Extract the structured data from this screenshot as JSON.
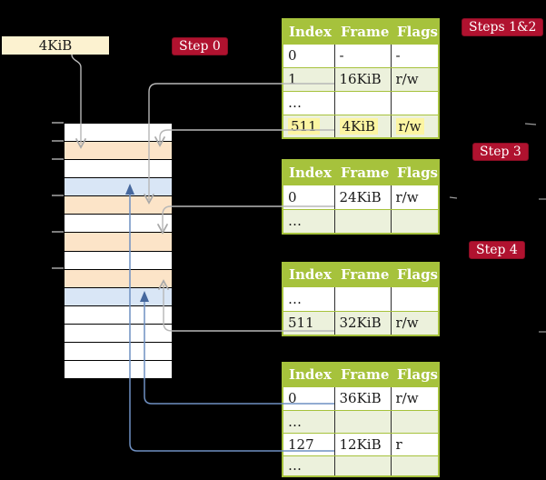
{
  "frame_box": {
    "label": "4KiB"
  },
  "badges": {
    "step0": "Step 0",
    "steps12": "Steps 1&2",
    "step3": "Step 3",
    "step4": "Step 4"
  },
  "page_tables": [
    {
      "id": "page-table-steps-1-2",
      "layout": "t1",
      "headers": [
        "Index",
        "Frame",
        "Flags"
      ],
      "rows": [
        {
          "cells": [
            "0",
            "-",
            "-"
          ],
          "shade": "white",
          "highlight": false
        },
        {
          "cells": [
            "1",
            "16KiB",
            "r/w"
          ],
          "shade": "green",
          "highlight": false
        },
        {
          "cells": [
            "…",
            "",
            ""
          ],
          "shade": "white",
          "highlight": false
        },
        {
          "cells": [
            "511",
            "4KiB",
            "r/w"
          ],
          "shade": "green",
          "highlight": true
        }
      ]
    },
    {
      "id": "page-table-step-3",
      "layout": "t2",
      "headers": [
        "Index",
        "Frame",
        "Flags"
      ],
      "rows": [
        {
          "cells": [
            "0",
            "24KiB",
            "r/w"
          ],
          "shade": "white",
          "highlight": false
        },
        {
          "cells": [
            "…",
            "",
            ""
          ],
          "shade": "green",
          "highlight": false
        }
      ]
    },
    {
      "id": "page-table-step-4-upper",
      "layout": "t3",
      "headers": [
        "Index",
        "Frame",
        "Flags"
      ],
      "rows": [
        {
          "cells": [
            "…",
            "",
            ""
          ],
          "shade": "white",
          "highlight": false
        },
        {
          "cells": [
            "511",
            "32KiB",
            "r/w"
          ],
          "shade": "green",
          "highlight": false
        }
      ]
    },
    {
      "id": "page-table-step-4-lower",
      "layout": "t4",
      "headers": [
        "Index",
        "Frame",
        "Flags"
      ],
      "rows": [
        {
          "cells": [
            "0",
            "36KiB",
            "r/w"
          ],
          "shade": "white",
          "highlight": false
        },
        {
          "cells": [
            "…",
            "",
            ""
          ],
          "shade": "green",
          "highlight": false
        },
        {
          "cells": [
            "127",
            "12KiB",
            "r"
          ],
          "shade": "white",
          "highlight": false
        },
        {
          "cells": [
            "…",
            "",
            ""
          ],
          "shade": "green",
          "highlight": false
        }
      ]
    }
  ],
  "memory_column": {
    "rows": [
      "white",
      "peach",
      "white",
      "blue",
      "peach",
      "white",
      "peach",
      "white",
      "peach",
      "blue",
      "white",
      "white",
      "white",
      "white"
    ]
  },
  "colors": {
    "header_green": "#a6c23c",
    "row_green": "#ecf1dc",
    "peach": "#fce4c8",
    "blue": "#d9e6f6",
    "highlight_yellow": "#fcf5a2",
    "badge_crimson": "#b0122f",
    "frame_box_cream": "#fcf2d0",
    "gray_line": "#b7b7b7",
    "blue_line": "#6f90c2",
    "blue_arrowhead": "#46689e"
  }
}
